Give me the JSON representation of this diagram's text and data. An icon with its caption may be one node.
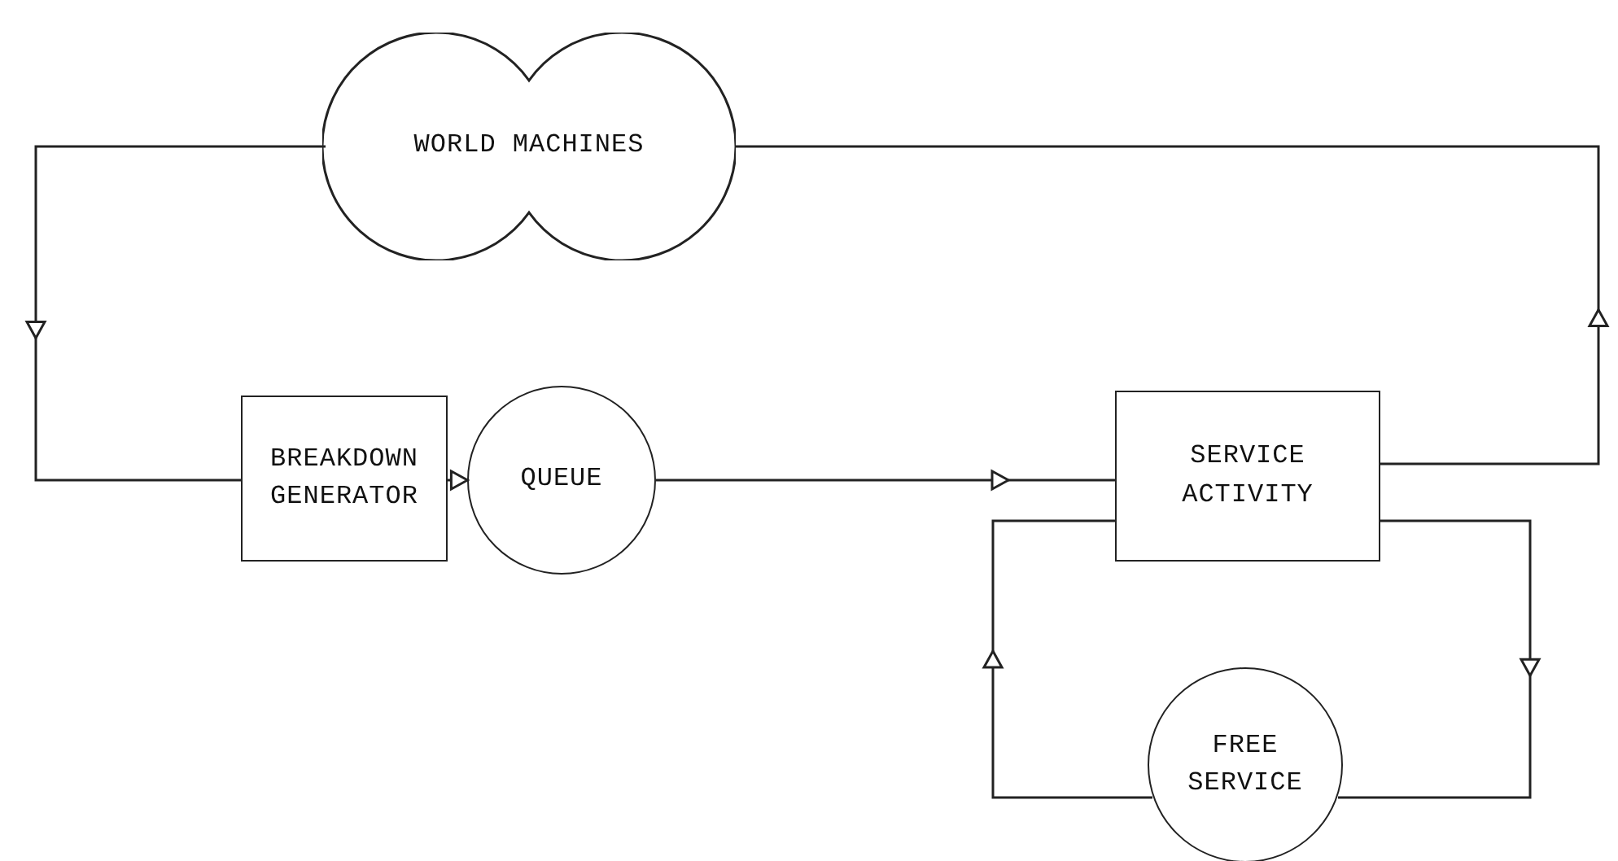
{
  "diagram": {
    "nodes": [
      {
        "text": [
          "WORLD MACHINES"
        ]
      },
      {
        "text": [
          "BREAKDOWN GENERATOR"
        ]
      },
      {
        "text": [
          "QUEUE"
        ]
      },
      {
        "text": [
          "SERVICE ACTIVITY"
        ]
      },
      {
        "text": [
          "FREE SERVICE"
        ]
      }
    ],
    "edges": [
      {
        "from": 0,
        "to": 1,
        "arrow": "to"
      },
      {
        "from": 1,
        "to": 2,
        "arrow": "to"
      },
      {
        "from": 2,
        "to": 3,
        "arrow": "to"
      },
      {
        "from": 3,
        "to": 0,
        "arrow": "to"
      },
      {
        "from": 3,
        "to": 4,
        "arrow": "to"
      },
      {
        "from": 4,
        "to": 3,
        "arrow": "to"
      }
    ]
  }
}
